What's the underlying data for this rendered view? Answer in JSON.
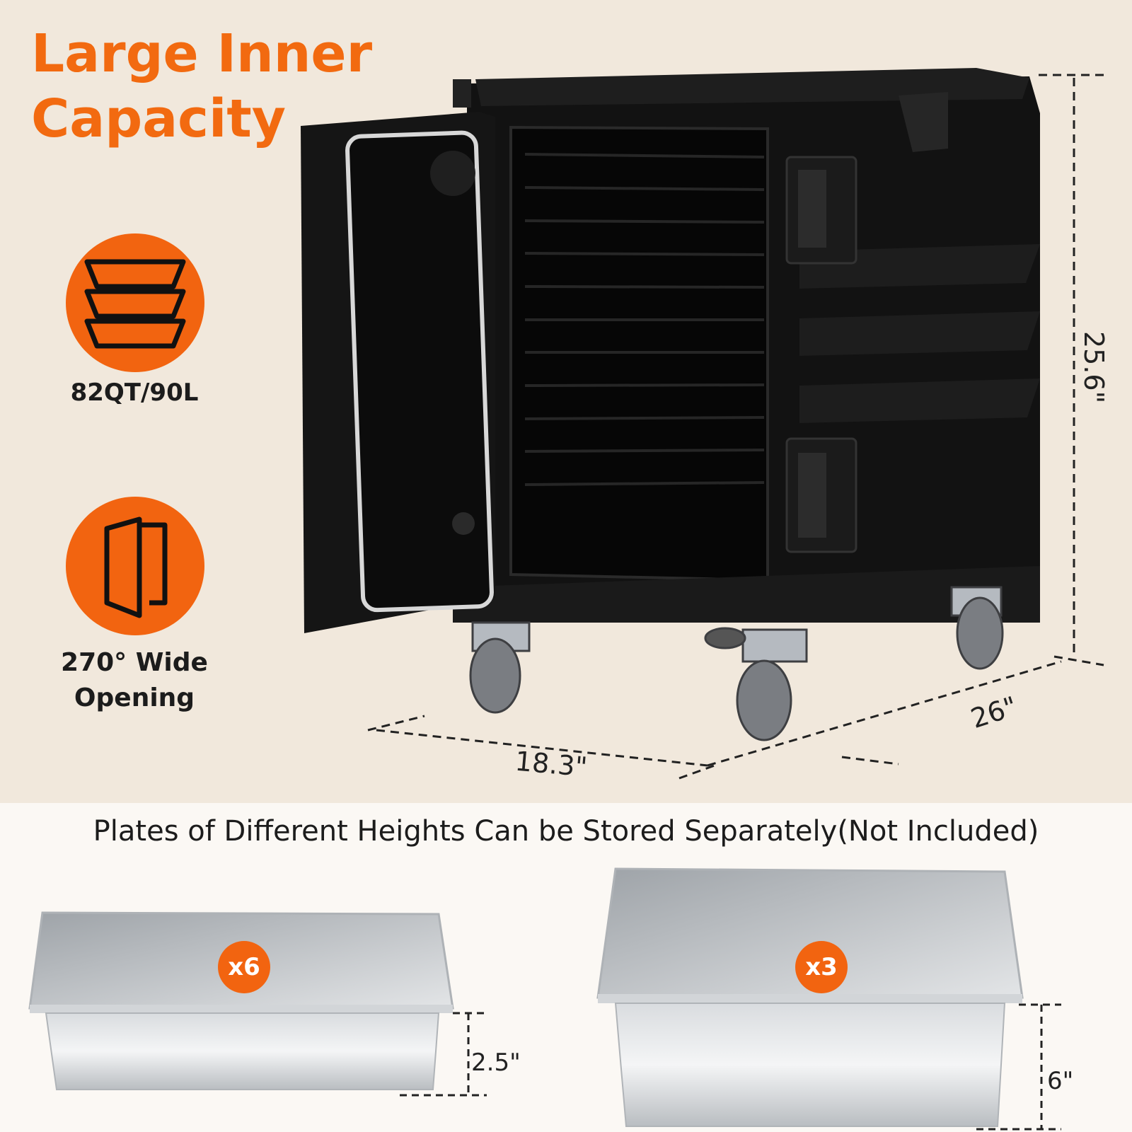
{
  "headline": {
    "line1": "Large Inner",
    "line2": "Capacity"
  },
  "features": [
    {
      "icon": "stacked-pans-icon",
      "label": "82QT/90L"
    },
    {
      "icon": "door-opening-icon",
      "line1": "270° Wide",
      "line2": "Opening"
    }
  ],
  "dimensions": {
    "height": "25.6\"",
    "depth": "26\"",
    "width": "18.3\""
  },
  "section_heading": "Plates of Different Heights Can be Stored Separately(Not Included)",
  "pans": [
    {
      "qty": "x6",
      "height": "2.5\""
    },
    {
      "qty": "x3",
      "height": "6\""
    }
  ],
  "colors": {
    "accent": "#f26410",
    "background": "#f1e8dc",
    "cart": "#111111"
  }
}
